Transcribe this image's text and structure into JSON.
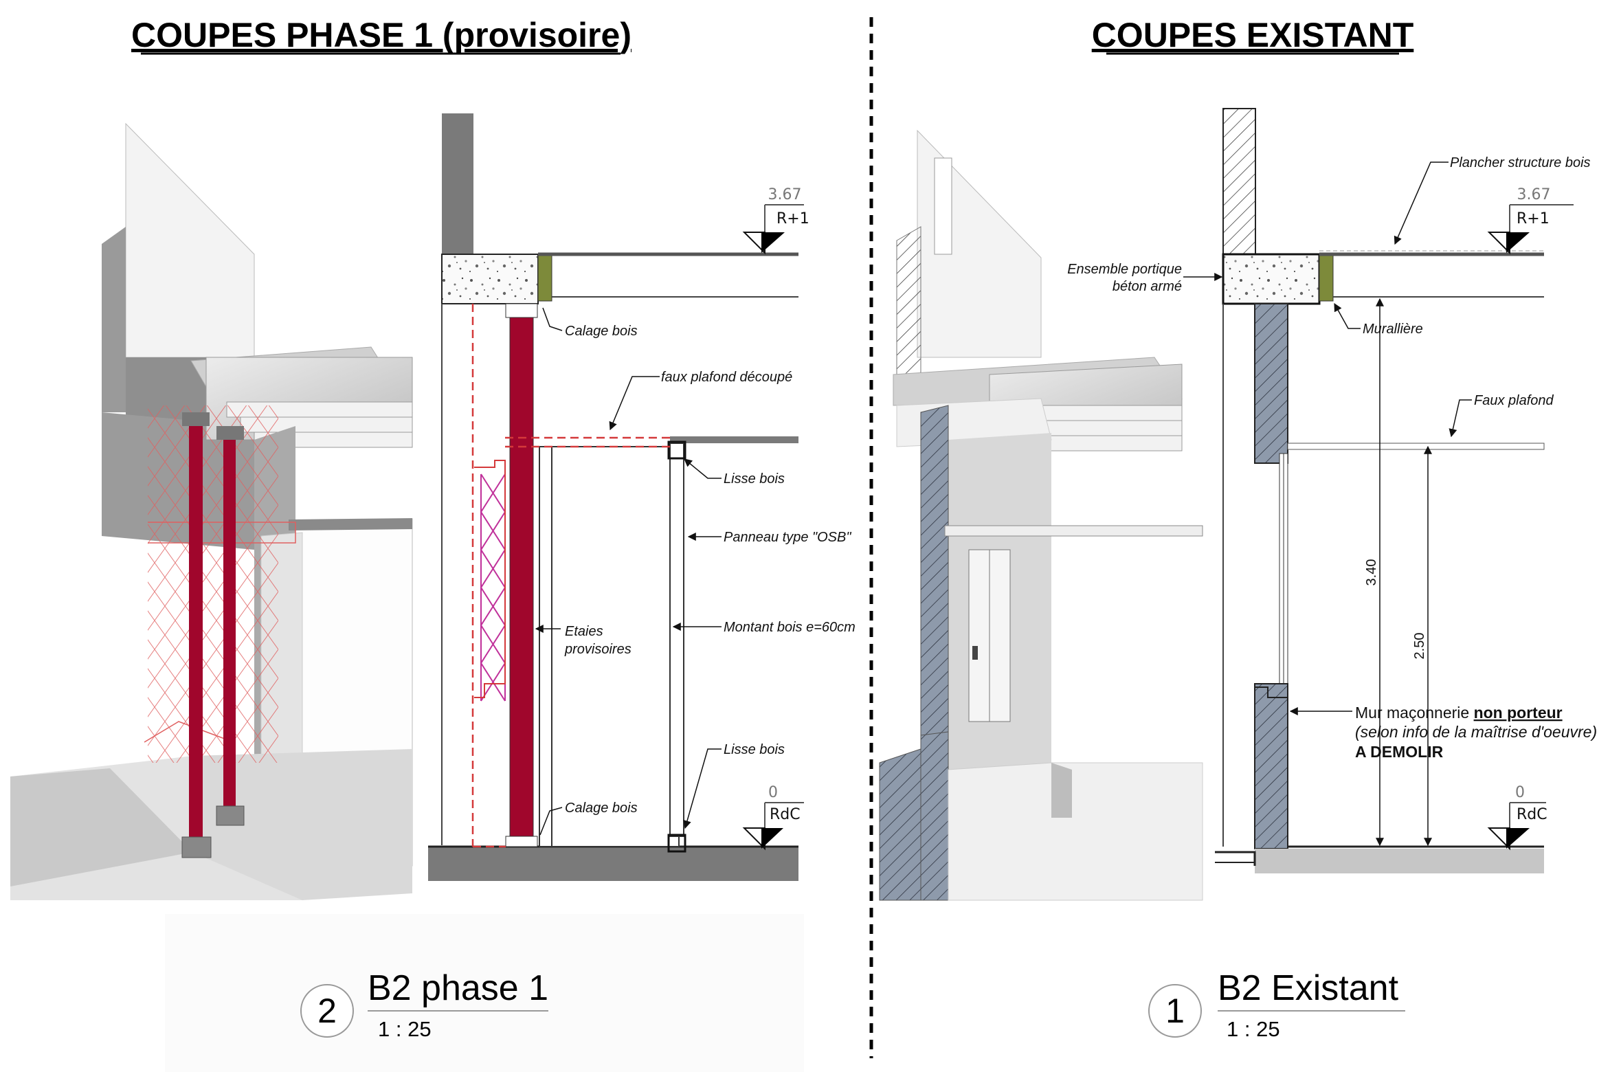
{
  "left": {
    "title": "COUPES PHASE 1 (provisoire)",
    "level_top": {
      "elevation": "3.67",
      "tag": "R+1"
    },
    "level_bottom": {
      "elevation": "0",
      "tag": "RdC"
    },
    "annotations": {
      "calage_top": "Calage bois",
      "faux_plafond": "faux plafond découpé",
      "lisse_top": "Lisse bois",
      "panneau": "Panneau type \"OSB\"",
      "etaies_1": "Etaies",
      "etaies_2": "provisoires",
      "montant": "Montant bois e=60cm",
      "lisse_bottom": "Lisse bois",
      "calage_bottom": "Calage bois"
    },
    "view": {
      "number": "2",
      "name": "B2 phase 1",
      "scale": "1 : 25"
    }
  },
  "right": {
    "title": "COUPES EXISTANT",
    "level_top": {
      "elevation": "3.67",
      "tag": "R+1"
    },
    "level_bottom": {
      "elevation": "0",
      "tag": "RdC"
    },
    "annotations": {
      "plancher": "Plancher structure bois",
      "portique_1": "Ensemble portique",
      "portique_2": "béton armé",
      "muralliere": "Murallière",
      "faux_plafond": "Faux plafond",
      "mur_prefix": "Mur maçonnerie ",
      "mur_bold": "non porteur",
      "mur_line2": "(selon info de la maîtrise d'oeuvre)",
      "mur_line3": "A DEMOLIR"
    },
    "dimensions": {
      "total_height": "3.40",
      "ceiling_height": "2.50"
    },
    "view": {
      "number": "1",
      "name": "B2 Existant",
      "scale": "1 : 25"
    }
  },
  "colors": {
    "prop": "#a0062c",
    "hatch_red": "#d4393a",
    "masonry": "#8e9aab",
    "ledger": "#7d8a3a",
    "ground": "#7a7a7a"
  }
}
